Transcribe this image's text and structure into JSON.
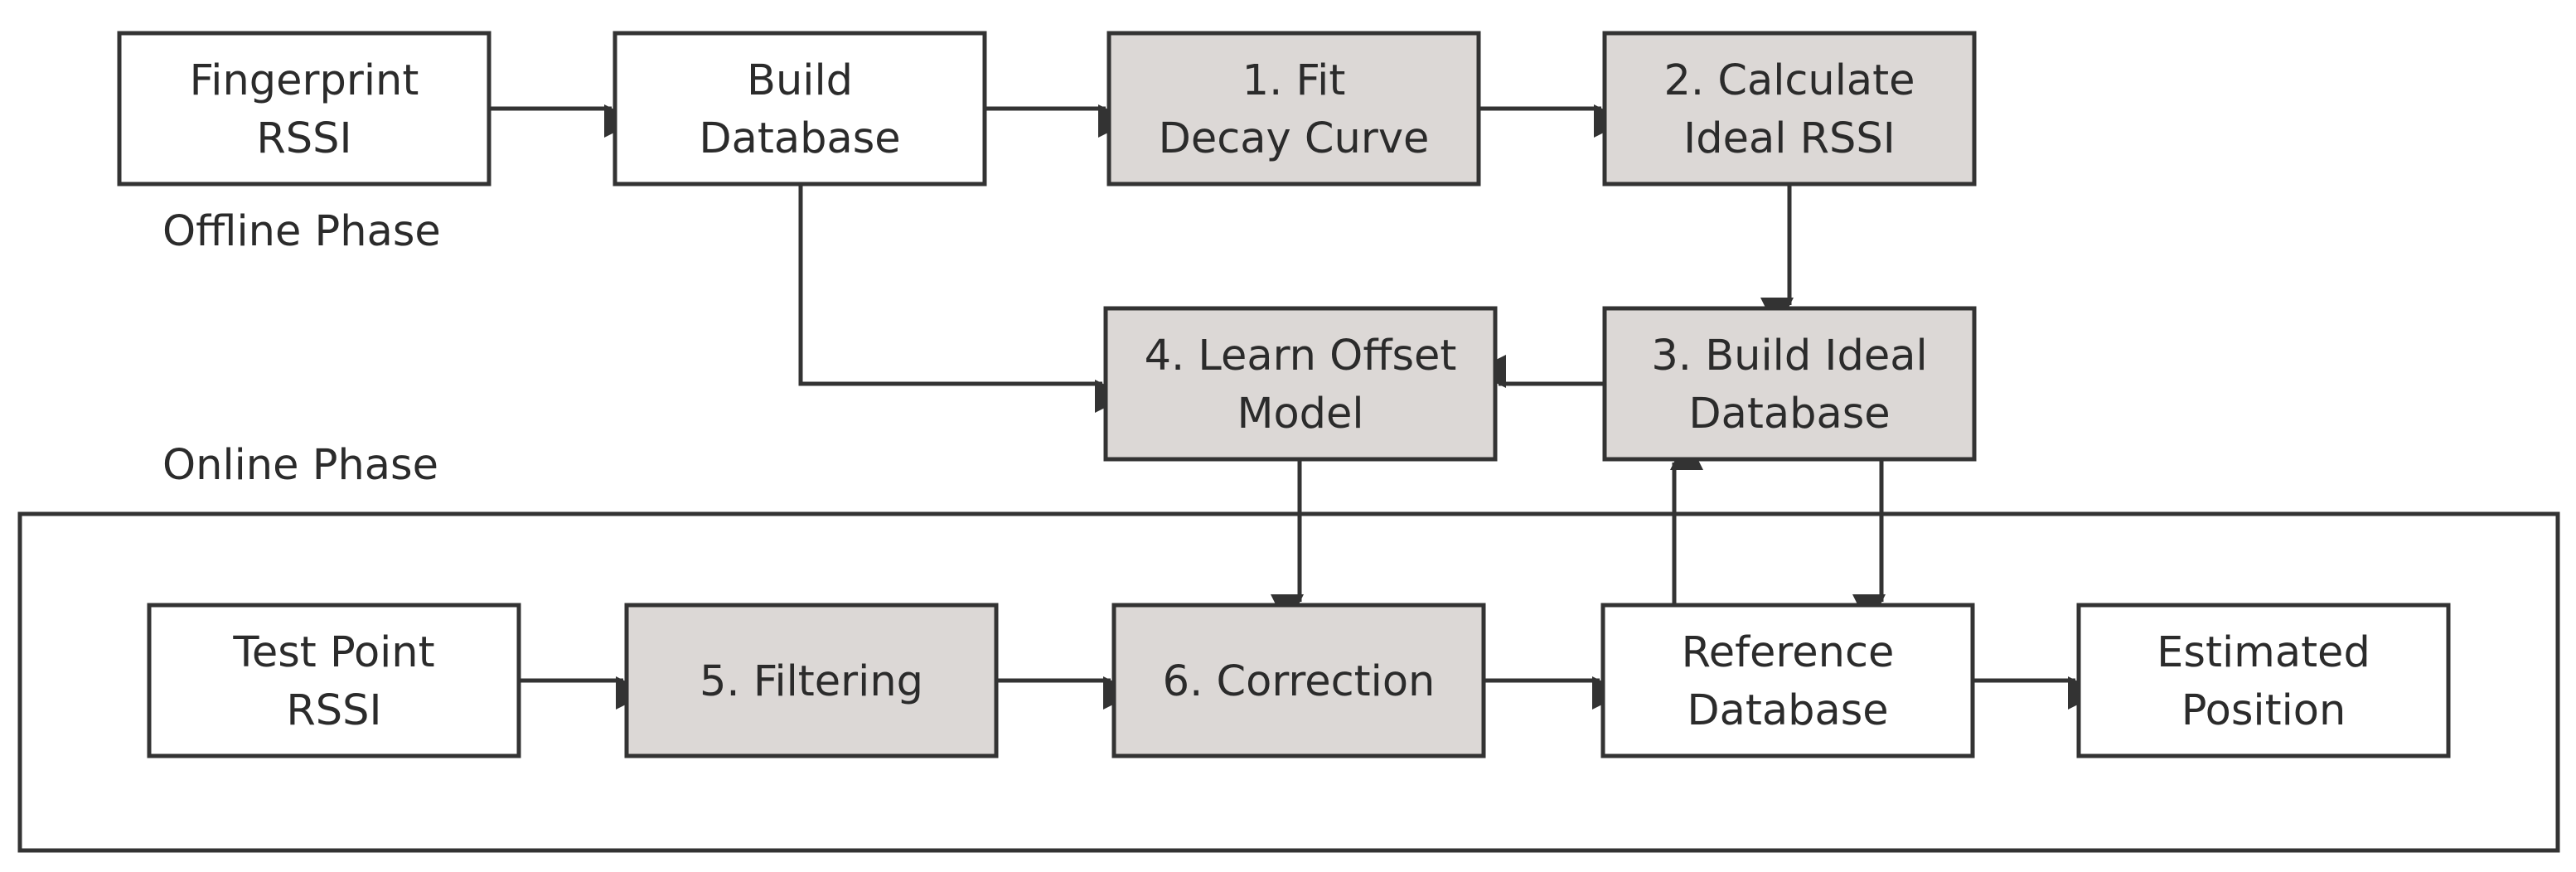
{
  "phases": {
    "offline": "Offline Phase",
    "online": "Online Phase"
  },
  "nodes": {
    "fingerprint_rssi": {
      "lines": [
        "Fingerprint",
        "RSSI"
      ],
      "shaded": false
    },
    "build_database": {
      "lines": [
        "Build",
        "Database"
      ],
      "shaded": false
    },
    "fit_decay_curve": {
      "lines": [
        "1. Fit",
        "Decay Curve"
      ],
      "shaded": true
    },
    "calculate_ideal_rssi": {
      "lines": [
        "2. Calculate",
        "Ideal RSSI"
      ],
      "shaded": true
    },
    "build_ideal_database": {
      "lines": [
        "3. Build Ideal",
        "Database"
      ],
      "shaded": true
    },
    "learn_offset_model": {
      "lines": [
        "4. Learn Offset",
        "Model"
      ],
      "shaded": true
    },
    "test_point_rssi": {
      "lines": [
        "Test Point",
        "RSSI"
      ],
      "shaded": false
    },
    "filtering": {
      "lines": [
        "5. Filtering"
      ],
      "shaded": true
    },
    "correction": {
      "lines": [
        "6. Correction"
      ],
      "shaded": true
    },
    "reference_database": {
      "lines": [
        "Reference",
        "Database"
      ],
      "shaded": false
    },
    "estimated_position": {
      "lines": [
        "Estimated",
        "Position"
      ],
      "shaded": false
    }
  },
  "edges": [
    {
      "from": "fingerprint_rssi",
      "to": "build_database"
    },
    {
      "from": "build_database",
      "to": "fit_decay_curve"
    },
    {
      "from": "fit_decay_curve",
      "to": "calculate_ideal_rssi"
    },
    {
      "from": "calculate_ideal_rssi",
      "to": "build_ideal_database"
    },
    {
      "from": "build_ideal_database",
      "to": "learn_offset_model"
    },
    {
      "from": "build_database",
      "to": "learn_offset_model"
    },
    {
      "from": "learn_offset_model",
      "to": "correction"
    },
    {
      "from": "build_ideal_database",
      "to": "reference_database"
    },
    {
      "from": "reference_database",
      "to": "build_ideal_database"
    },
    {
      "from": "test_point_rssi",
      "to": "filtering"
    },
    {
      "from": "filtering",
      "to": "correction"
    },
    {
      "from": "correction",
      "to": "reference_database"
    },
    {
      "from": "reference_database",
      "to": "estimated_position"
    }
  ],
  "colors": {
    "stroke": "#333333",
    "shaded_fill": "#dcd8d6",
    "plain_fill": "#ffffff",
    "text": "#2b2b2b"
  }
}
